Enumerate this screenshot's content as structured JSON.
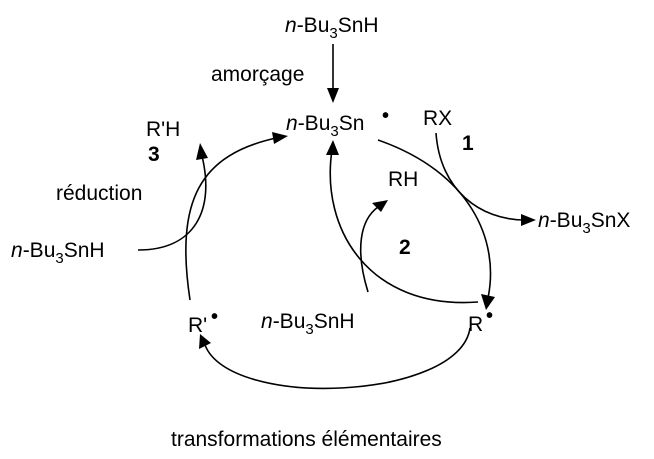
{
  "diagram": {
    "reagent_top": {
      "prefix": "n",
      "base": "-Bu",
      "sub": "3",
      "rest": "SnH"
    },
    "initiation": "amorçage",
    "tin_radical": {
      "prefix": "n",
      "base": "-Bu",
      "sub": "3",
      "rest": "Sn"
    },
    "halide": "RX",
    "step1": "1",
    "tin_halide": {
      "prefix": "n",
      "base": "-Bu",
      "sub": "3",
      "rest": "SnX"
    },
    "alkane_rh": "RH",
    "step2": "2",
    "reagent_center": {
      "prefix": "n",
      "base": "-Bu",
      "sub": "3",
      "rest": "SnH"
    },
    "radical_r": "R",
    "radical_r_prime": "R'",
    "product_r_prime_h": "R'H",
    "step3": "3",
    "reduction": "réduction",
    "reagent_left": {
      "prefix": "n",
      "base": "-Bu",
      "sub": "3",
      "rest": "SnH"
    },
    "caption": "transformations élémentaires",
    "radical_dot": "•"
  }
}
